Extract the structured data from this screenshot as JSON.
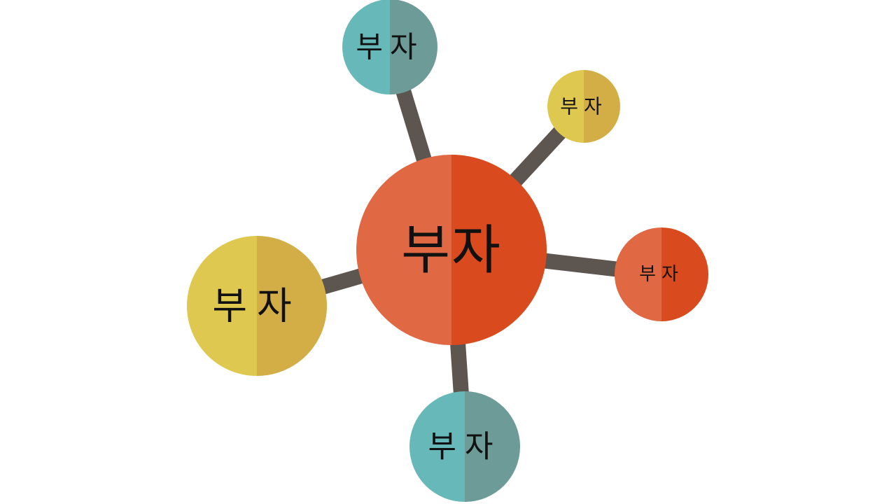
{
  "colors": {
    "background": "#ffffff",
    "connector": "#5d5550",
    "label": "#111111",
    "palette": {
      "orange": {
        "light": "#e06842",
        "dark": "#d94a1e"
      },
      "teal": {
        "light": "#67b8b8",
        "dark": "#6d9b98"
      },
      "yellow": {
        "light": "#dfc84f",
        "dark": "#d3ae47"
      }
    }
  },
  "hub": {
    "label": "부자",
    "color": "orange"
  },
  "satellites": [
    {
      "id": "top",
      "label": "부자",
      "color": "teal"
    },
    {
      "id": "top-right",
      "label": "부자",
      "color": "yellow"
    },
    {
      "id": "right",
      "label": "부자",
      "color": "orange"
    },
    {
      "id": "bottom",
      "label": "부자",
      "color": "teal"
    },
    {
      "id": "left",
      "label": "부자",
      "color": "yellow"
    }
  ]
}
